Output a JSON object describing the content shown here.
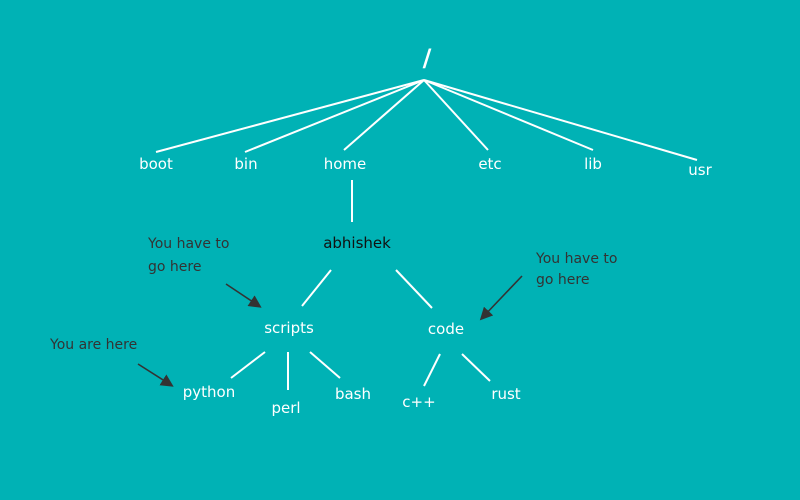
{
  "tree": {
    "root": "/",
    "level1": {
      "boot": "boot",
      "bin": "bin",
      "home": "home",
      "etc": "etc",
      "lib": "lib",
      "usr": "usr"
    },
    "user": "abhishek",
    "user_dirs": {
      "scripts": "scripts",
      "code": "code"
    },
    "script_items": {
      "python": "python",
      "perl": "perl",
      "bash": "bash"
    },
    "code_items": {
      "cpp": "c++",
      "rust": "rust"
    }
  },
  "annotations": {
    "target_line1": "You have to",
    "target_line2": "go here",
    "target_right_line1": "You have to",
    "target_right_line2": "go here",
    "current": "You are here"
  },
  "colors": {
    "background": "#00B2B5",
    "node_text": "#ffffff",
    "highlight_text": "#111111",
    "annotation_text": "#333333",
    "arrow": "#333333"
  }
}
